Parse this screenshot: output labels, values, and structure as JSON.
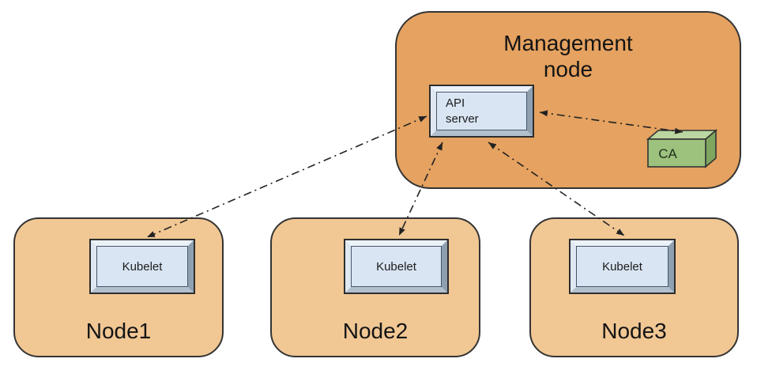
{
  "management_node": {
    "title": "Management\nnode",
    "api_server_label": "API\nserver",
    "ca_label": "CA"
  },
  "nodes": [
    {
      "name": "Node1",
      "component_label": "Kubelet"
    },
    {
      "name": "Node2",
      "component_label": "Kubelet"
    },
    {
      "name": "Node3",
      "component_label": "Kubelet"
    }
  ],
  "connections": [
    {
      "from": "API server",
      "to": "Kubelet (Node1)",
      "style": "dash-dot",
      "bidirectional": true
    },
    {
      "from": "API server",
      "to": "Kubelet (Node2)",
      "style": "dash-dot",
      "bidirectional": true
    },
    {
      "from": "API server",
      "to": "Kubelet (Node3)",
      "style": "dash-dot",
      "bidirectional": true
    },
    {
      "from": "API server",
      "to": "CA",
      "style": "dash-dot",
      "bidirectional": true
    }
  ],
  "colors": {
    "management_node_fill": "#E5A260",
    "worker_node_fill": "#F1C794",
    "outline": "#343434",
    "keycap_face": "#D9E5F3",
    "ca_front": "#9CC27E",
    "ca_top": "#BBD6A0",
    "ca_side": "#7FA661",
    "arrow": "#222222"
  }
}
